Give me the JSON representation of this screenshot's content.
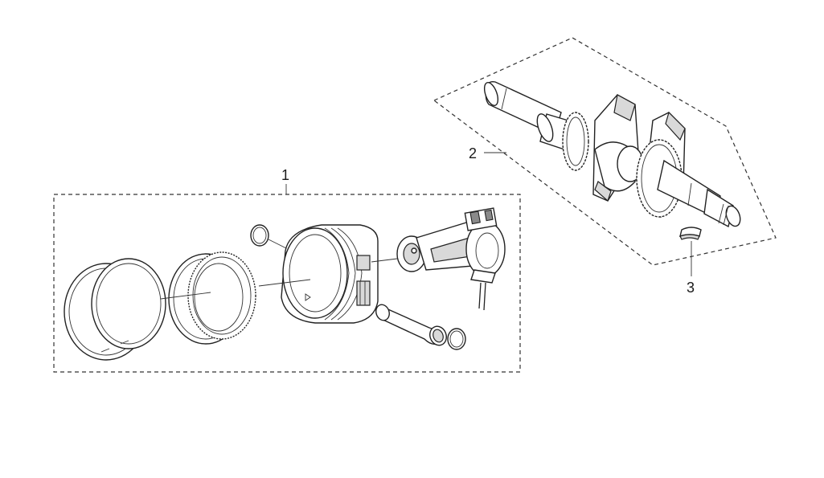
{
  "callouts": {
    "c1": "1",
    "c2": "2",
    "c3": "3"
  },
  "colors": {
    "line": "#222222",
    "shade": "#d9d9d9",
    "dark": "#8a8a8a"
  }
}
